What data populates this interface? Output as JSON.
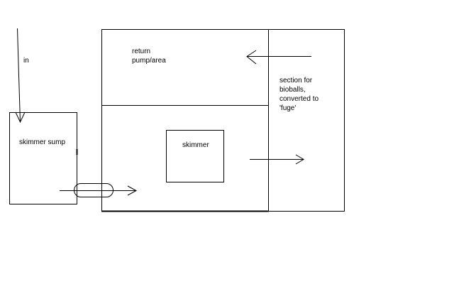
{
  "labels": {
    "in": "in",
    "skimmer_sump": "skimmer sump",
    "return_area": "return\npump/area",
    "skimmer": "skimmer",
    "bioballs_section": "section for\nbioballs,\nconverted to\n'fuge'"
  },
  "colors": {
    "line": "#000000",
    "background": "#ffffff"
  }
}
